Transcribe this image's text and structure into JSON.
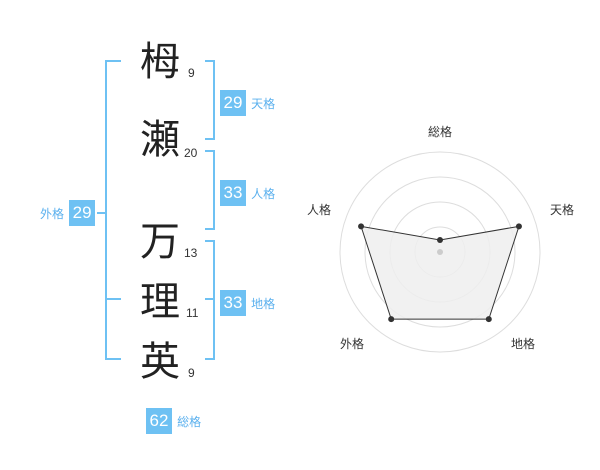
{
  "colors": {
    "accent": "#6ec1f3",
    "accent_text": "#5ab0ee",
    "radar_ring": "#dddddd",
    "radar_fill": "#eeeeee",
    "radar_line": "#333333"
  },
  "name": {
    "characters": [
      {
        "char": "栂",
        "strokes": "9"
      },
      {
        "char": "瀬",
        "strokes": "20"
      },
      {
        "char": "万",
        "strokes": "13"
      },
      {
        "char": "理",
        "strokes": "11"
      },
      {
        "char": "英",
        "strokes": "9"
      }
    ]
  },
  "fortunes": {
    "tenkaku": {
      "value": "29",
      "label": "天格"
    },
    "jinkaku": {
      "value": "33",
      "label": "人格"
    },
    "chikaku": {
      "value": "33",
      "label": "地格"
    },
    "gaikaku": {
      "value": "29",
      "label": "外格"
    },
    "soukaku": {
      "value": "62",
      "label": "総格"
    }
  },
  "radar": {
    "axes": [
      "総格",
      "天格",
      "地格",
      "外格",
      "人格"
    ],
    "values": [
      0.12,
      0.83,
      0.83,
      0.83,
      0.83
    ],
    "rings": 4
  }
}
